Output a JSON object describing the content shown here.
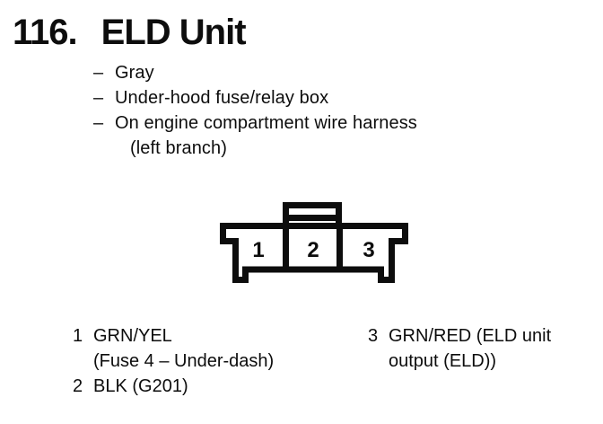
{
  "colors": {
    "ink": "#0d0d0d",
    "paper": "#ffffff"
  },
  "header": {
    "number": "116.",
    "title": "ELD Unit"
  },
  "notes": {
    "marker": "–",
    "items": [
      "Gray",
      "Under-hood fuse/relay box",
      "On engine compartment wire harness"
    ],
    "continuation": "(left branch)"
  },
  "connector": {
    "pins": [
      "1",
      "2",
      "3"
    ]
  },
  "legend": {
    "left": [
      {
        "num": "1",
        "lines": [
          "GRN/YEL",
          "(Fuse 4 – Under-dash)"
        ]
      },
      {
        "num": "2",
        "lines": [
          "BLK (G201)"
        ]
      }
    ],
    "right": [
      {
        "num": "3",
        "lines": [
          "GRN/RED (ELD unit",
          "output (ELD))"
        ]
      }
    ]
  }
}
